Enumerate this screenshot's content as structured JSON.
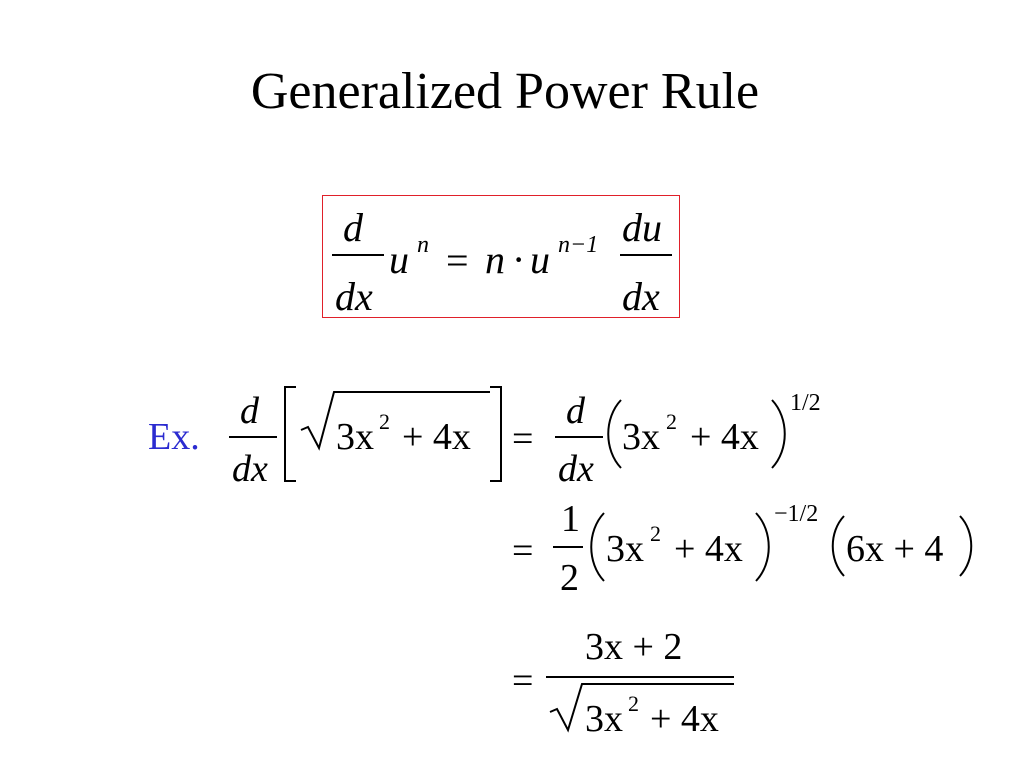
{
  "slide": {
    "title": "Generalized Power Rule",
    "ex_label": "Ex.",
    "colors": {
      "box_border": "#e0202a",
      "ex_label": "#2b2bd0",
      "text": "#000000"
    }
  },
  "rule": {
    "d": "d",
    "dx": "dx",
    "u": "u",
    "n_exp": "n",
    "eq": "=",
    "n": "n",
    "dot": "·",
    "u2": "u",
    "exp_nm1": "n−1",
    "du": "du",
    "dx2": "dx"
  },
  "example": {
    "line1": {
      "d": "d",
      "dx": "dx",
      "radicand": "3x",
      "sq": "2",
      "plus_term": "+ 4x",
      "eq": "=",
      "d2": "d",
      "dx2": "dx",
      "inner": "3x",
      "sq2": "2",
      "plus_term2": "+ 4x",
      "exp": "1/2"
    },
    "line2": {
      "eq": "=",
      "num": "1",
      "den": "2",
      "inner": "3x",
      "sq": "2",
      "plus_term": "+ 4x",
      "exp": "−1/2",
      "factor": "6x + 4"
    },
    "line3": {
      "eq": "=",
      "num": "3x + 2",
      "radicand": "3x",
      "sq": "2",
      "plus_term": "+ 4x"
    }
  }
}
